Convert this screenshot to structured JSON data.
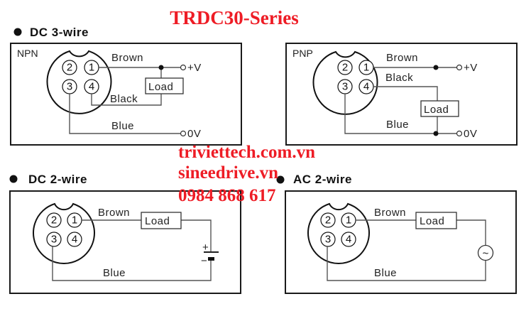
{
  "title": "TRDC30-Series",
  "watermark": {
    "line1": "triviettech.com.vn",
    "line2": "sineedrive.vn",
    "line3": "0984 868 617"
  },
  "colors": {
    "title_red": "#ee1c25",
    "line_dark": "#111111",
    "wire_gray": "#555555"
  },
  "sections": {
    "dc3": {
      "heading": "DC 3-wire",
      "npn": {
        "type": "NPN",
        "pins": [
          "1",
          "2",
          "3",
          "4"
        ],
        "brown": "Brown",
        "black": "Black",
        "blue": "Blue",
        "load": "Load",
        "plus_v": "+V",
        "zero_v": "0V"
      },
      "pnp": {
        "type": "PNP",
        "pins": [
          "1",
          "2",
          "3",
          "4"
        ],
        "brown": "Brown",
        "black": "Black",
        "blue": "Blue",
        "load": "Load",
        "plus_v": "+V",
        "zero_v": "0V"
      }
    },
    "dc2": {
      "heading": "DC 2-wire",
      "pins": [
        "1",
        "2",
        "3",
        "4"
      ],
      "brown": "Brown",
      "blue": "Blue",
      "load": "Load",
      "plus": "+",
      "minus": "−",
      "source_icon": "dc-battery"
    },
    "ac2": {
      "heading": "AC 2-wire",
      "pins": [
        "1",
        "2",
        "3",
        "4"
      ],
      "brown": "Brown",
      "blue": "Blue",
      "load": "Load",
      "source_symbol": "~",
      "source_icon": "ac-source"
    }
  }
}
